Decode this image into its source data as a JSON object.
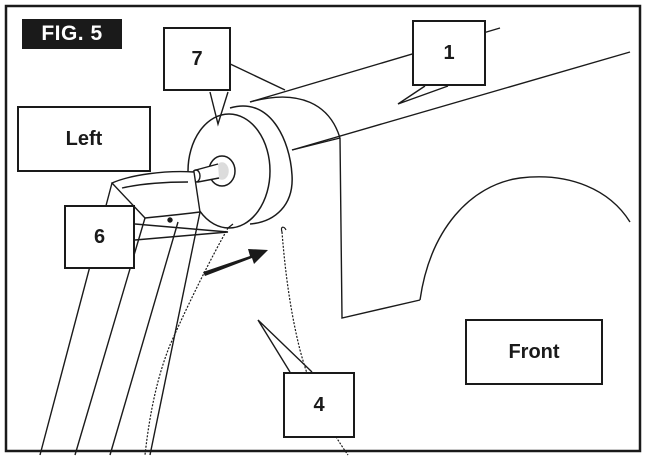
{
  "figure_label": "FIG. 5",
  "callouts": {
    "part_1": "1",
    "part_4": "4",
    "part_6": "6",
    "part_7": "7"
  },
  "orientation": {
    "left": "Left",
    "front": "Front"
  },
  "colors": {
    "ink": "#1a1a1a",
    "paper": "#ffffff",
    "fig_label_bg": "#1a1a1a",
    "fig_label_text": "#ffffff"
  }
}
